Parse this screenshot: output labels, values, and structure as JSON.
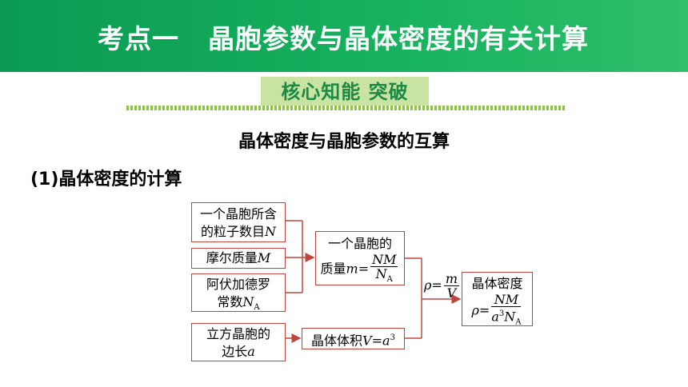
{
  "header": {
    "part1": "考点一",
    "part2": "晶胞参数与晶体密度的有关计算"
  },
  "section_tag": "核心知能 突破",
  "subtitle": "晶体密度与晶胞参数的互算",
  "point_title": "(1)晶体密度的计算",
  "flow": {
    "b1_line1": "一个晶胞所含",
    "b1_line2": "的粒子数目",
    "b1_var": "N",
    "b2_text": "摩尔质量",
    "b2_var": "M",
    "b3_line1": "阿伏加德罗",
    "b3_line2": "常数",
    "b3_var": "N",
    "b3_sub": "A",
    "b4_line1": "立方晶胞的",
    "b4_line2": "边长",
    "b4_var": "a",
    "mass_line1": "一个晶胞的",
    "mass_line2": "质量",
    "mass_var": "m",
    "mass_eq": "=",
    "mass_num": "NM",
    "mass_den": "N",
    "mass_den_sub": "A",
    "vol_text": "晶体体积",
    "vol_expr": "V=a",
    "vol_sup": "3",
    "rho_sym": "ρ",
    "rho_eq": "=",
    "rho_num": "m",
    "rho_den": "V",
    "result_title": "晶体密度",
    "result_sym": "ρ",
    "result_eq": "=",
    "result_num": "NM",
    "result_den": "a",
    "result_den_sup": "3",
    "result_den_n": "N",
    "result_den_sub": "A"
  },
  "colors": {
    "header_bg": "#18b35f",
    "tag_bg": "#c9e3a3",
    "tag_text": "#1a8a44",
    "box_border": "#c0463d"
  }
}
